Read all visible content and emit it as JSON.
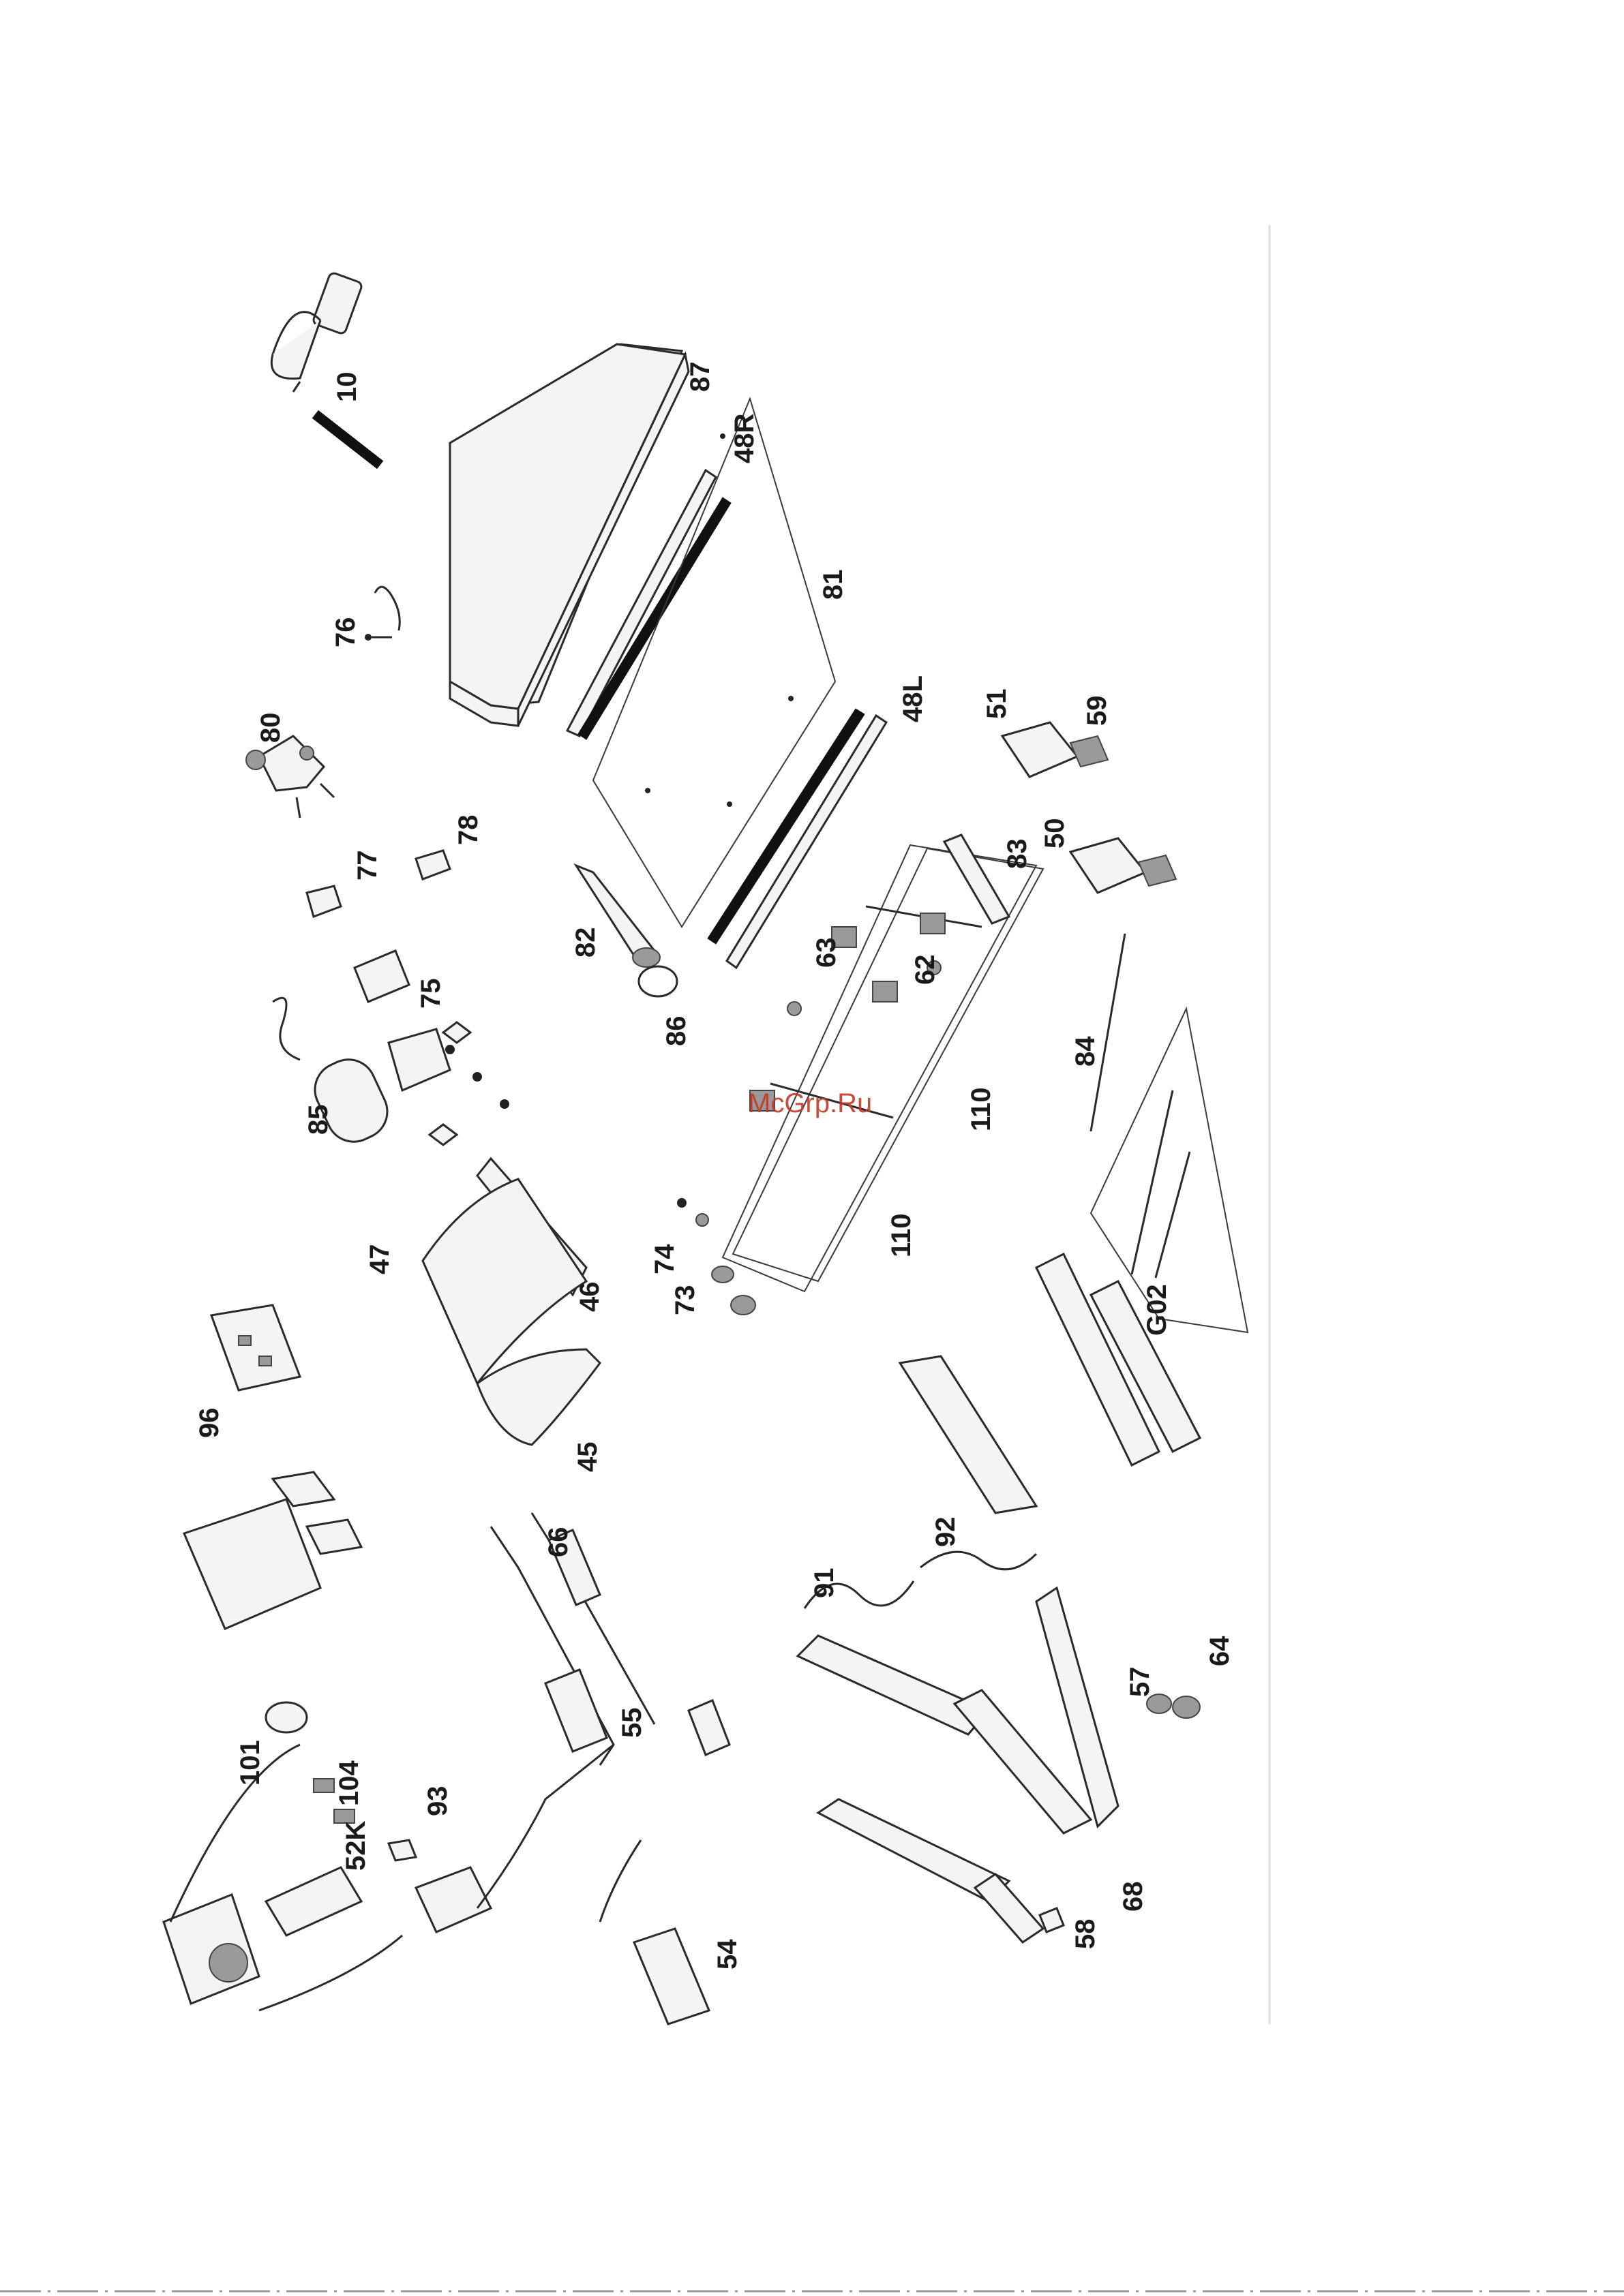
{
  "diagram": {
    "watermark": "McGrp.Ru",
    "part_numbers": {
      "p10": "10",
      "p87": "87",
      "p48R": "48R",
      "p76": "76",
      "p81": "81",
      "p80": "80",
      "p48L": "48L",
      "p51": "51",
      "p59": "59",
      "p77": "77",
      "p78": "78",
      "p83": "83",
      "p50": "50",
      "p75": "75",
      "p82": "82",
      "p63": "63",
      "p62": "62",
      "p86": "86",
      "p84": "84",
      "p85": "85",
      "p110a": "110",
      "p110b": "110",
      "p47": "47",
      "p74": "74",
      "p73": "73",
      "p46": "46",
      "p G02": "G02",
      "p96": "96",
      "p45": "45",
      "p66": "66",
      "p92": "92",
      "p91": "91",
      "p101": "101",
      "p104": "104",
      "p55": "55",
      "p52K": "52K",
      "p93": "93",
      "p57": "57",
      "p64": "64",
      "p68": "68",
      "p58": "58",
      "p54": "54"
    },
    "colors": {
      "line": "#2a2a2a",
      "watermark": "#c0392b",
      "background": "#ffffff"
    }
  }
}
